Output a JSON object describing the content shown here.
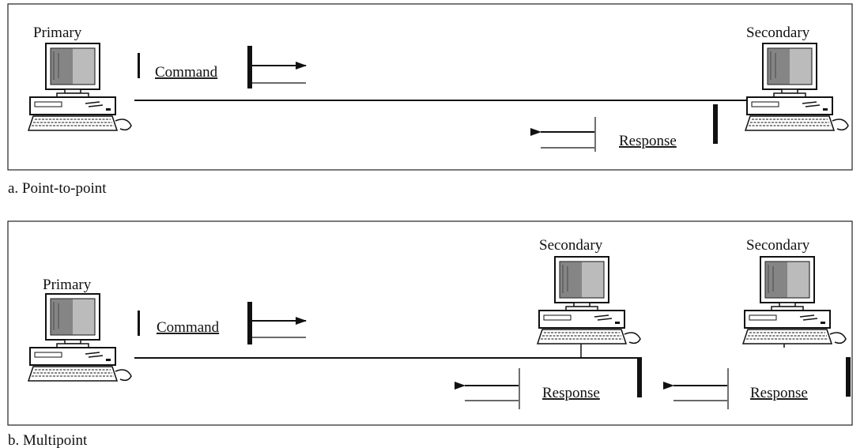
{
  "panels": [
    {
      "caption": "a. Point-to-point",
      "primary_label": "Primary",
      "command_label": "Command",
      "secondaries": [
        {
          "label": "Secondary",
          "response_label": "Response"
        }
      ]
    },
    {
      "caption": "b. Multipoint",
      "primary_label": "Primary",
      "command_label": "Command",
      "secondaries": [
        {
          "label": "Secondary",
          "response_label": "Response"
        },
        {
          "label": "Secondary",
          "response_label": "Response"
        }
      ]
    }
  ]
}
